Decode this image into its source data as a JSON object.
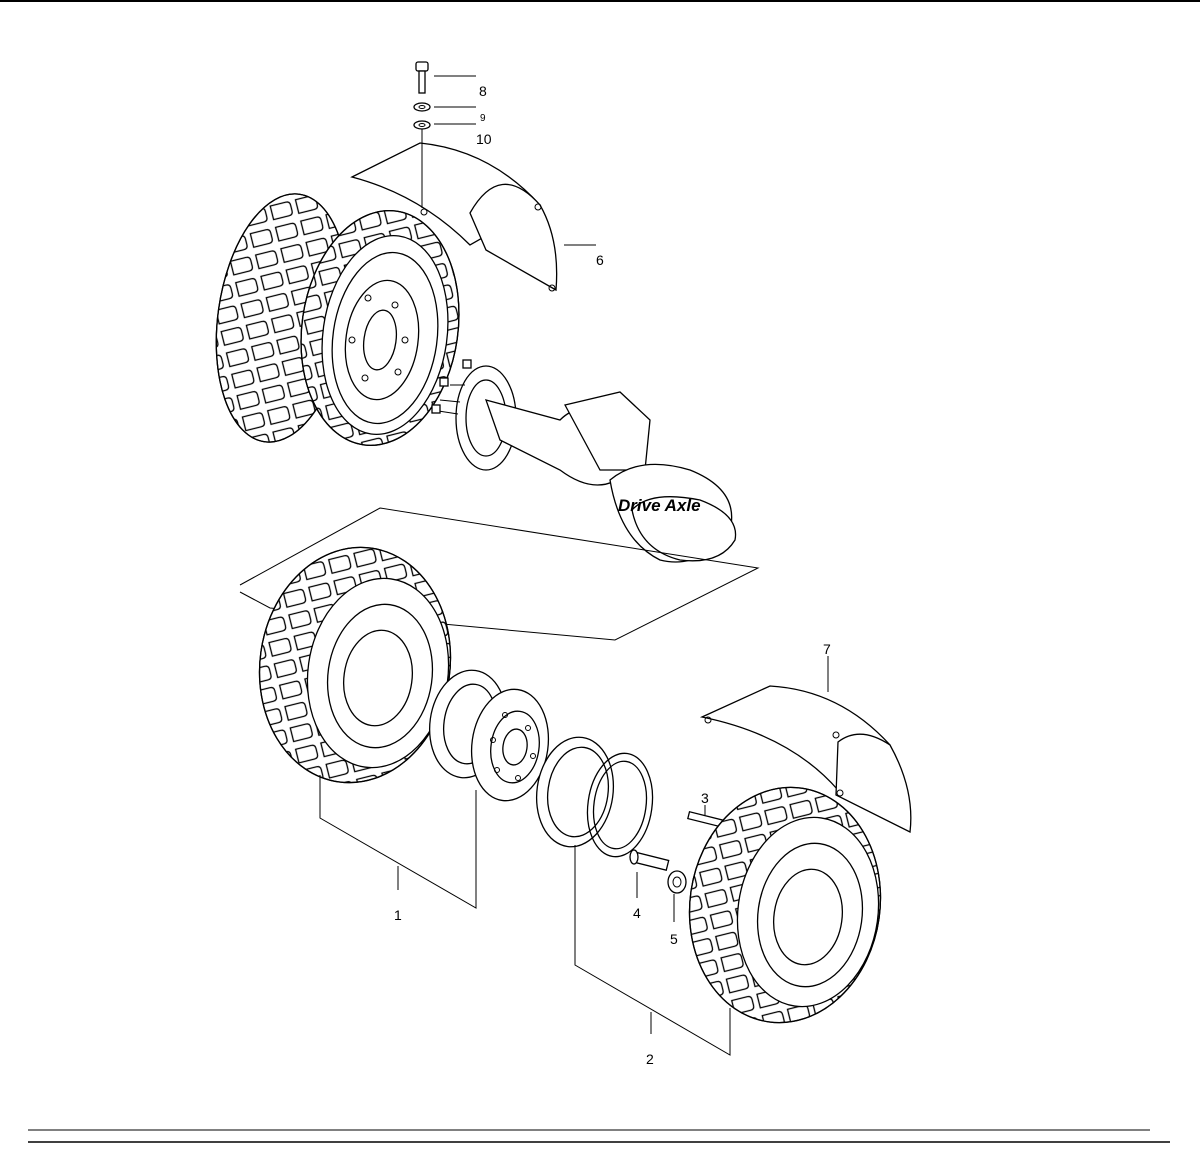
{
  "diagram": {
    "label": "Drive Axle",
    "callouts": [
      "1",
      "2",
      "3",
      "4",
      "5",
      "6",
      "7",
      "8",
      "9",
      "10"
    ]
  }
}
